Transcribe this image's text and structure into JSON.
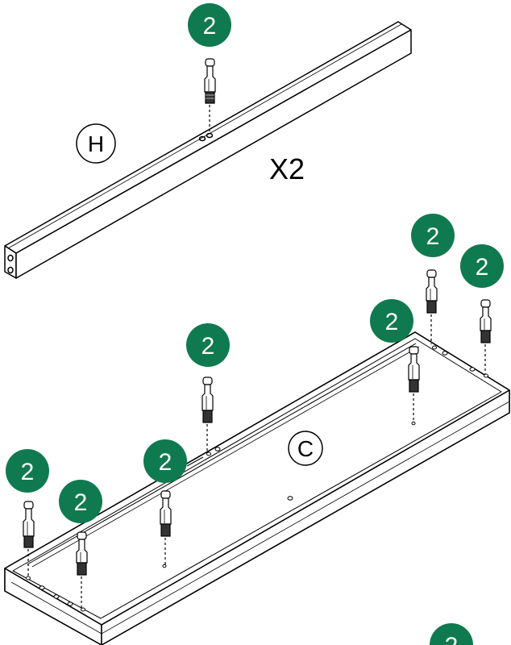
{
  "diagram": {
    "part_h_label": "H",
    "part_c_label": "C",
    "quantity_label": "X2",
    "callout_number": "2",
    "badge_color": "#0f7a4f",
    "line_color": "#000000"
  }
}
